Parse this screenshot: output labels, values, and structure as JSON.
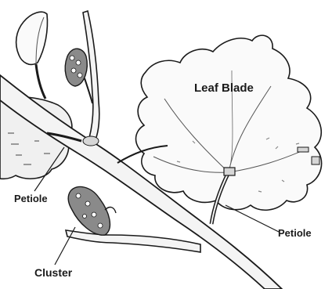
{
  "labels": {
    "leaf_blade": "Leaf Blade",
    "petiole_left": "Petiole",
    "petiole_right": "Petiole",
    "cluster": "Cluster"
  },
  "colors": {
    "ink": "#1a1a1a",
    "stem_fill": "#f4f4f4",
    "blade_fill": "#fafafa",
    "berry_fill": "#8a8a8a",
    "shade": "#d6d6d6"
  }
}
